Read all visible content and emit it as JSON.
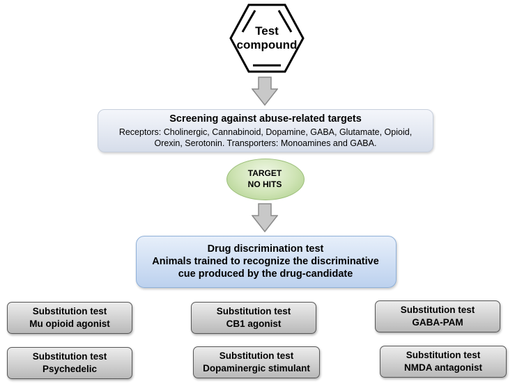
{
  "compound": {
    "line1": "Test",
    "line2": "compound"
  },
  "screening": {
    "title": "Screening against abuse-related targets",
    "body_line1": "Receptors: Cholinergic, Cannabinoid, Dopamine, GABA, Glutamate, Opioid,",
    "body_line2": "Orexin, Serotonin. Transporters: Monoamines and GABA."
  },
  "target": {
    "line1": "TARGET",
    "line2": "NO HITS"
  },
  "discrimination": {
    "line1": "Drug discrimination test",
    "line2": "Animals trained to recognize the discriminative",
    "line3": "cue produced by the drug-candidate"
  },
  "substitution_tests": [
    {
      "title": "Substitution test",
      "subtitle": "Mu opioid agonist"
    },
    {
      "title": "Substitution test",
      "subtitle": "CB1 agonist"
    },
    {
      "title": "Substitution test",
      "subtitle": "GABA-PAM"
    },
    {
      "title": "Substitution test",
      "subtitle": "Psychedelic"
    },
    {
      "title": "Substitution test",
      "subtitle": "Dopaminergic stimulant"
    },
    {
      "title": "Substitution test",
      "subtitle": "NMDA antagonist"
    }
  ],
  "colors": {
    "arrow_fill": "#c8c8c8",
    "arrow_stroke": "#8a8a8a",
    "screening_bg": "#d6ddea",
    "target_bg": "#cfe4b5",
    "discrimination_bg": "#bcd1ee",
    "substitution_bg": "#c8c8c8"
  }
}
